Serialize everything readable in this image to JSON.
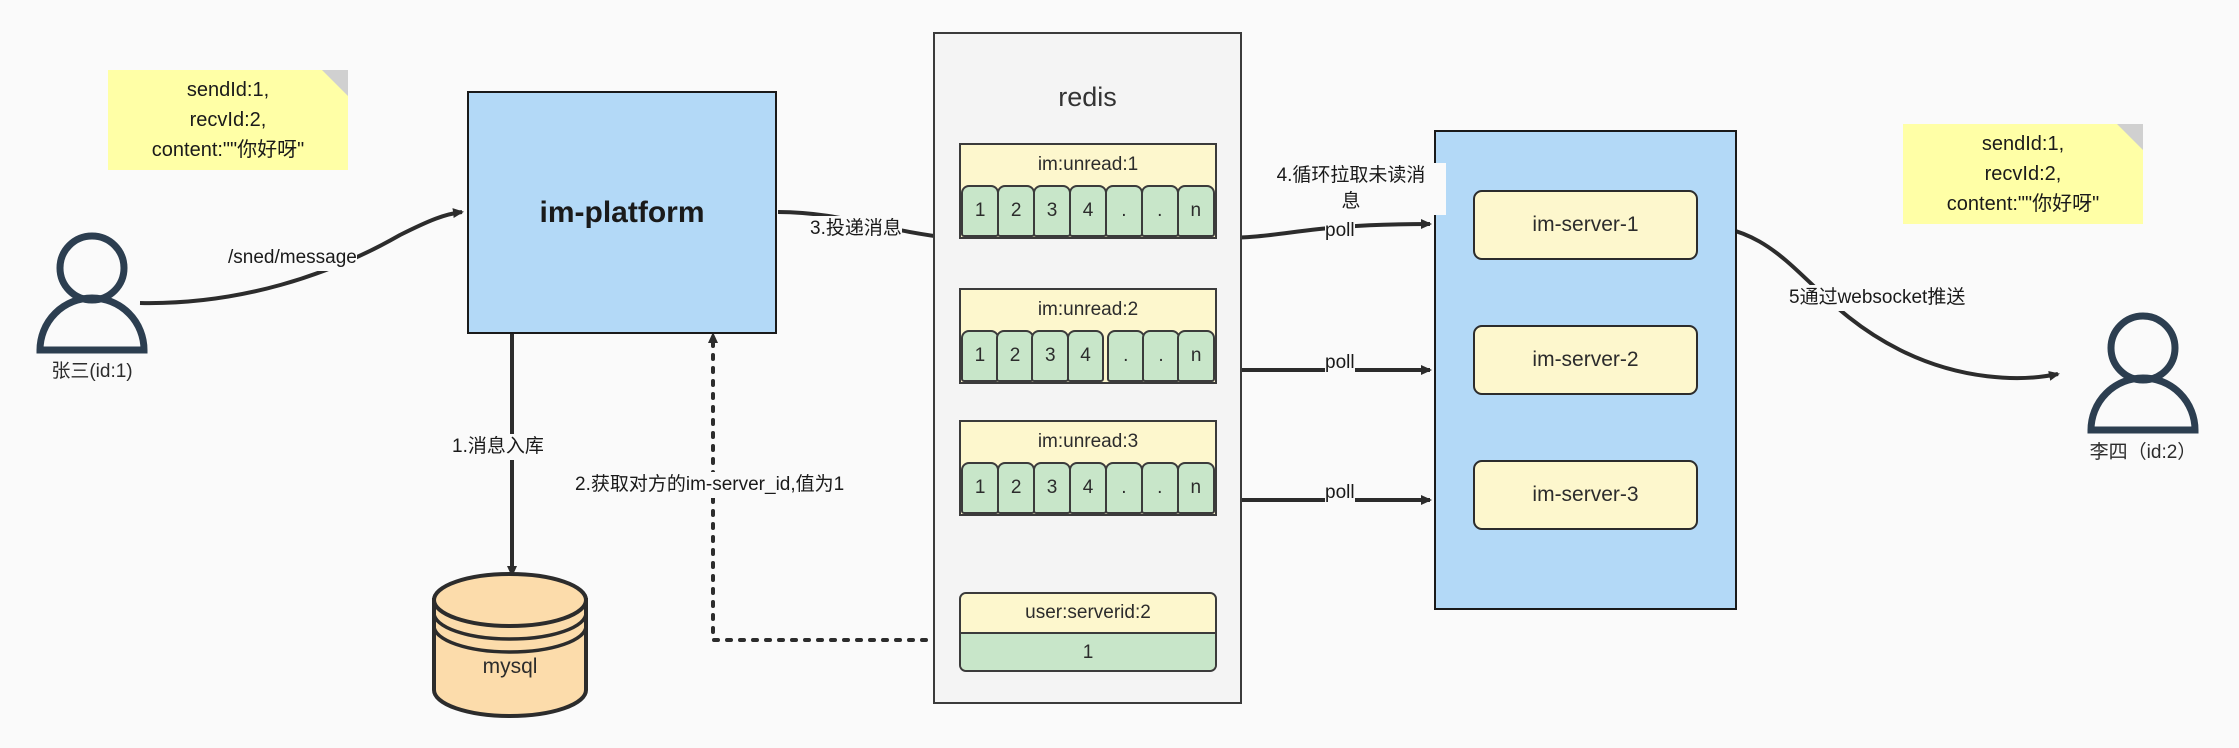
{
  "diagram": {
    "title": "IM message delivery architecture",
    "colors": {
      "background": "#fafafa",
      "note_yellow": "#ffffa6",
      "box_blue": "#b3d9f7",
      "key_yellow": "#fdf7cd",
      "cell_green": "#c8e6c9",
      "db_orange": "#fcdcab",
      "stroke_dark": "#2c3e50",
      "stroke_black": "#1a1a1a"
    }
  },
  "actors": {
    "sender": {
      "label": "张三(id:1)",
      "icon": "user-icon"
    },
    "receiver": {
      "label": "李四（id:2）",
      "icon": "user-icon"
    }
  },
  "notes": {
    "left": "sendId:1,\nrecvId:2,\ncontent:\"\"你好呀\"",
    "right": "sendId:1,\nrecvId:2,\ncontent:\"\"你好呀\""
  },
  "platform": {
    "label": "im-platform"
  },
  "database": {
    "label": "mysql"
  },
  "redis": {
    "title": "redis",
    "queues": [
      {
        "key": "im:unread:1",
        "cells": [
          "1",
          "2",
          "3",
          "4",
          ".",
          ".",
          "n"
        ]
      },
      {
        "key": "im:unread:2",
        "cells": [
          "1",
          "2",
          "3",
          "4",
          ".",
          ".",
          "n"
        ]
      },
      {
        "key": "im:unread:3",
        "cells": [
          "1",
          "2",
          "3",
          "4",
          ".",
          ".",
          "n"
        ]
      }
    ],
    "kv": {
      "key": "user:serverid:2",
      "value": "1"
    }
  },
  "cluster": {
    "servers": [
      {
        "label": "im-server-1"
      },
      {
        "label": "im-server-2"
      },
      {
        "label": "im-server-3"
      }
    ]
  },
  "edges": {
    "send_message": "/sned/message",
    "step1": "1.消息入库",
    "step2": "2.获取对方的im-server_id,值为1",
    "step3": "3.投递消息",
    "step4": "4.循环拉取未读消\n息",
    "poll1": "poll",
    "poll2": "poll",
    "poll3": "poll",
    "step5": "5通过websocket推送"
  }
}
